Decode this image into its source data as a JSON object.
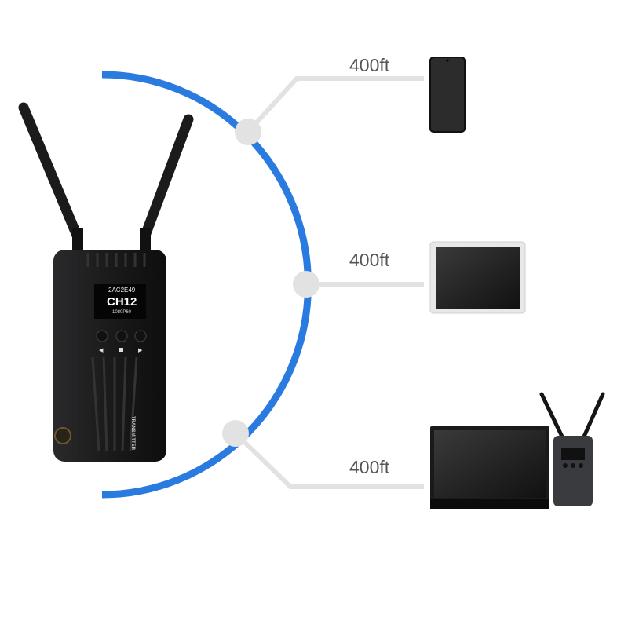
{
  "colors": {
    "arc": "#2a7be0",
    "connector": "#e2e2e2",
    "device": "#1c1c1e"
  },
  "transmitter": {
    "id": "2AC2E49",
    "channel": "CH12",
    "resolution": "1080P60",
    "side_label": "TRANSMITTER"
  },
  "ranges": [
    {
      "distance": "400ft",
      "target": "phone"
    },
    {
      "distance": "400ft",
      "target": "tablet"
    },
    {
      "distance": "400ft",
      "target": "monitor-with-receiver"
    }
  ]
}
